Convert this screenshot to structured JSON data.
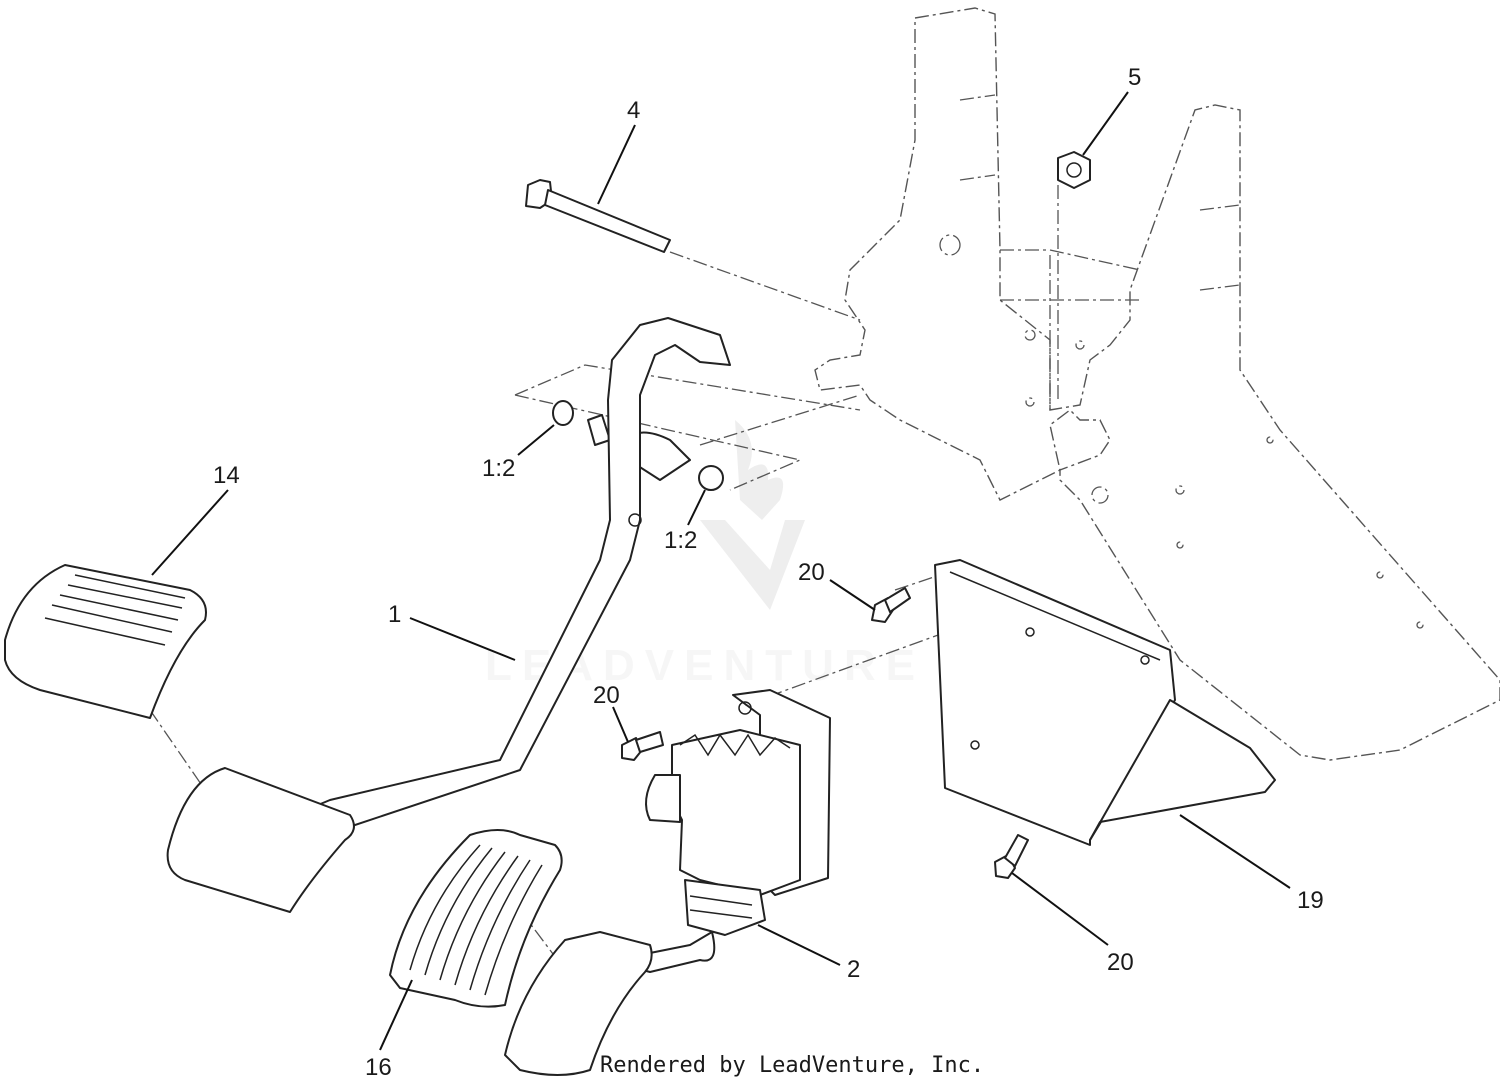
{
  "diagram": {
    "callouts": [
      {
        "id": "c4",
        "label": "4"
      },
      {
        "id": "c5",
        "label": "5"
      },
      {
        "id": "c14",
        "label": "14"
      },
      {
        "id": "c1a",
        "label": "1:2"
      },
      {
        "id": "c1b",
        "label": "1:2"
      },
      {
        "id": "c1",
        "label": "1"
      },
      {
        "id": "c20a",
        "label": "20"
      },
      {
        "id": "c20b",
        "label": "20"
      },
      {
        "id": "c20c",
        "label": "20"
      },
      {
        "id": "c2",
        "label": "2"
      },
      {
        "id": "c19",
        "label": "19"
      },
      {
        "id": "c16",
        "label": "16"
      }
    ],
    "footer": "Rendered by LeadVenture, Inc.",
    "watermark": "LEADVENTURE"
  }
}
